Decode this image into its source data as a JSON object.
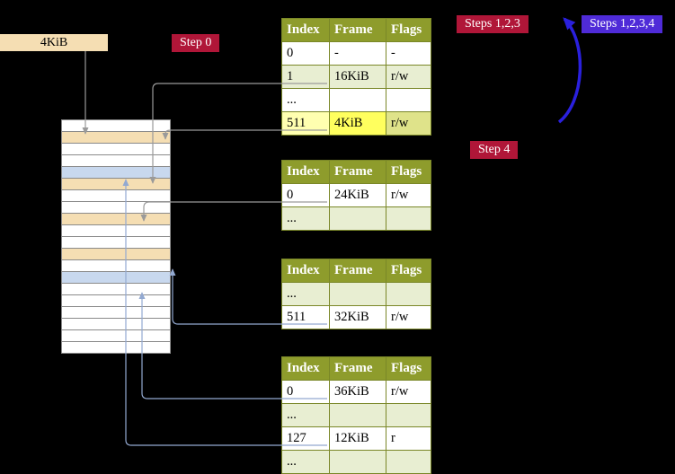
{
  "colors": {
    "bg": "#000000",
    "crimson": "#b01638",
    "purple": "#4f2bd8",
    "olive-header": "#8e9c2c",
    "olive-border": "#7a8728",
    "pale-green": "#e8eed2",
    "hl-index": "#ffffb0",
    "hl-frame": "#ffff5e",
    "hl-flags": "#dfe38a",
    "wheat": "#f5deb3",
    "light-blue": "#c8d8ee",
    "arrow-gray": "#9a9a9a",
    "arrow-blue": "#93a9d1",
    "arrow-big": "#2a20dd"
  },
  "labels": {
    "page_size": "4KiB",
    "step0": "Step 0",
    "steps123": "Steps 1,2,3",
    "steps1234": "Steps 1,2,3,4",
    "step4": "Step 4"
  },
  "tables": [
    {
      "id": "page-table-1",
      "headers": [
        "Index",
        "Frame",
        "Flags"
      ],
      "rows": [
        {
          "cells": [
            "0",
            "-",
            "-"
          ],
          "variant": "white"
        },
        {
          "cells": [
            "1",
            "16KiB",
            "r/w"
          ],
          "variant": "green"
        },
        {
          "cells": [
            "...",
            "",
            ""
          ],
          "variant": "white"
        },
        {
          "cells": [
            "511",
            "4KiB",
            "r/w"
          ],
          "variant": "highlight"
        }
      ]
    },
    {
      "id": "page-table-2",
      "headers": [
        "Index",
        "Frame",
        "Flags"
      ],
      "rows": [
        {
          "cells": [
            "0",
            "24KiB",
            "r/w"
          ],
          "variant": "white"
        },
        {
          "cells": [
            "...",
            "",
            ""
          ],
          "variant": "green"
        }
      ]
    },
    {
      "id": "page-table-3",
      "headers": [
        "Index",
        "Frame",
        "Flags"
      ],
      "rows": [
        {
          "cells": [
            "...",
            "",
            ""
          ],
          "variant": "green"
        },
        {
          "cells": [
            "511",
            "32KiB",
            "r/w"
          ],
          "variant": "white"
        }
      ]
    },
    {
      "id": "page-table-4",
      "headers": [
        "Index",
        "Frame",
        "Flags"
      ],
      "rows": [
        {
          "cells": [
            "0",
            "36KiB",
            "r/w"
          ],
          "variant": "white"
        },
        {
          "cells": [
            "...",
            "",
            ""
          ],
          "variant": "green"
        },
        {
          "cells": [
            "127",
            "12KiB",
            "r"
          ],
          "variant": "white"
        },
        {
          "cells": [
            "...",
            "",
            ""
          ],
          "variant": "green"
        }
      ]
    }
  ],
  "memory_column": {
    "row_count": 20,
    "rows": [
      "white",
      "wheat",
      "white",
      "white",
      "blue",
      "wheat",
      "white",
      "white",
      "wheat",
      "white",
      "white",
      "wheat",
      "white",
      "blue",
      "white",
      "white",
      "white",
      "white",
      "white",
      "white"
    ]
  },
  "arrows": [
    {
      "name": "page-size-pointer",
      "from": "4KiB label",
      "to": "memory frame"
    },
    {
      "name": "pt1-index1-pointer",
      "from": "Table 1 index 1",
      "to": "frame 16KiB"
    },
    {
      "name": "pt1-index511-pointer",
      "from": "Table 1 index 511",
      "to": "frame 4KiB"
    },
    {
      "name": "pt2-index0-pointer",
      "from": "Table 2 index 0",
      "to": "frame 24KiB"
    },
    {
      "name": "pt3-index511-pointer",
      "from": "Table 3 index 511",
      "to": "frame 32KiB"
    },
    {
      "name": "pt4-index0-pointer",
      "from": "Table 4 index 0",
      "to": "frame 36KiB"
    },
    {
      "name": "pt4-index127-pointer",
      "from": "Table 4 index 127",
      "to": "frame 12KiB"
    },
    {
      "name": "loop-arrow",
      "from": "table 1",
      "to": "Steps 1,2,3"
    }
  ]
}
